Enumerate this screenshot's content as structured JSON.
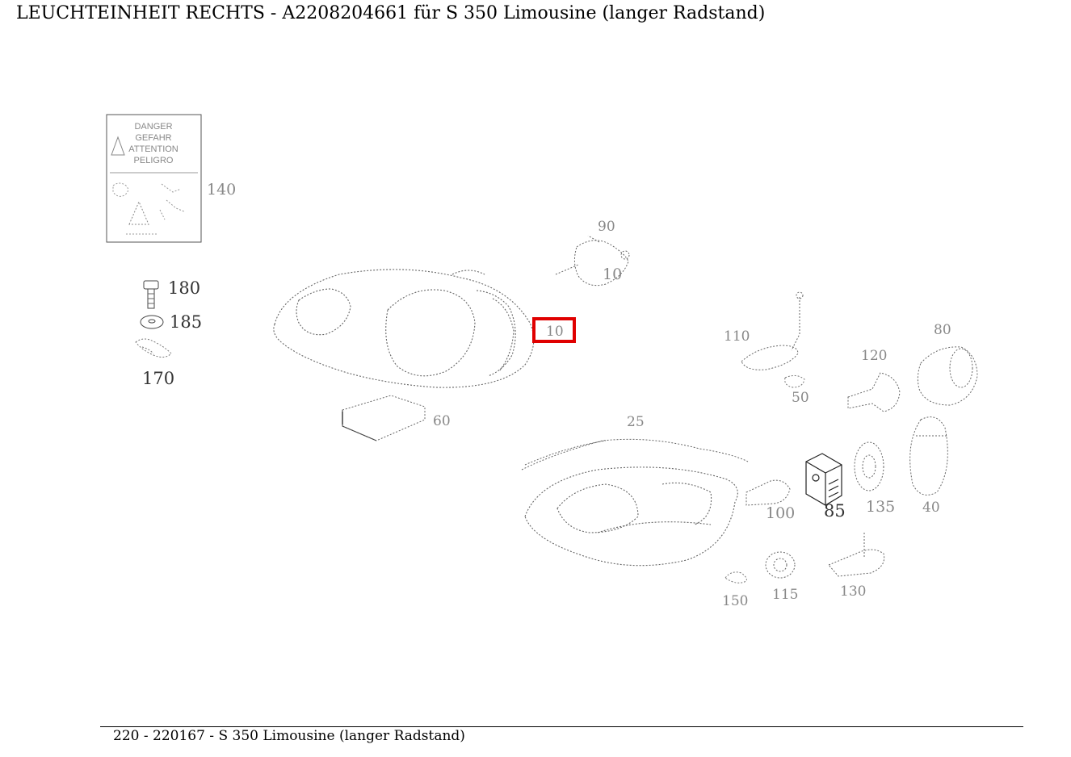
{
  "page": {
    "title": "LEUCHTEINHEIT RECHTS - A2208204661 für S 350 Limousine (langer Radstand)",
    "footer": "220 - 220167 - S 350 Limousine (langer Radstand)"
  },
  "colors": {
    "line": "#555555",
    "dotted": "#666666",
    "highlight": "#e00000",
    "label_light": "#777777",
    "label_dark": "#333333"
  },
  "warning_label": {
    "text_lines": [
      "DANGER",
      "GEFAHR",
      "ATTENTION",
      "PELIGRO"
    ]
  },
  "callouts": [
    {
      "id": "140",
      "style": "light"
    },
    {
      "id": "180",
      "style": "dark"
    },
    {
      "id": "185",
      "style": "dark"
    },
    {
      "id": "170",
      "style": "dark"
    },
    {
      "id": "90",
      "style": "light"
    },
    {
      "id": "10",
      "style": "light"
    },
    {
      "id": "60",
      "style": "light"
    },
    {
      "id": "10",
      "style": "light",
      "highlighted": true
    },
    {
      "id": "110",
      "style": "light"
    },
    {
      "id": "50",
      "style": "light"
    },
    {
      "id": "120",
      "style": "light"
    },
    {
      "id": "80",
      "style": "light"
    },
    {
      "id": "25",
      "style": "light"
    },
    {
      "id": "100",
      "style": "light"
    },
    {
      "id": "85",
      "style": "dark"
    },
    {
      "id": "135",
      "style": "light"
    },
    {
      "id": "40",
      "style": "light"
    },
    {
      "id": "150",
      "style": "light"
    },
    {
      "id": "115",
      "style": "light"
    },
    {
      "id": "130",
      "style": "light"
    }
  ]
}
